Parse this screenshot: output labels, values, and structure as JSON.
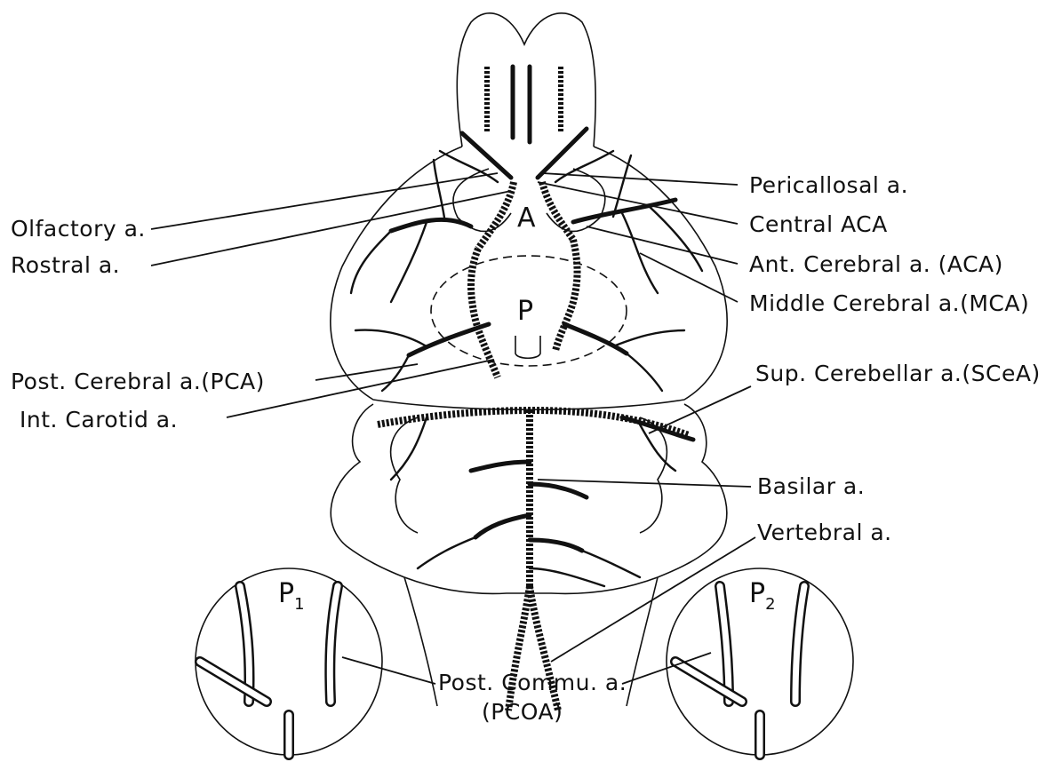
{
  "labels": {
    "pericallosal": "Pericallosal a.",
    "central_aca": "Central ACA",
    "olfactory": "Olfactory a.",
    "rostral": "Rostral a.",
    "ant_cerebral": "Ant. Cerebral a. (ACA)",
    "middle_cerebral": "Middle Cerebral a.(MCA)",
    "post_cerebral": "Post. Cerebral a.(PCA)",
    "int_carotid": "Int. Carotid a.",
    "sup_cerebellar": "Sup. Cerebellar a.(SCeA)",
    "basilar": "Basilar a.",
    "vertebral": "Vertebral a.",
    "post_commu": "Post. Commu. a.",
    "post_commu_abbr": "(PCOA)"
  },
  "regions": {
    "a": "A",
    "p": "P",
    "p1": "P",
    "p1_sub": "1",
    "p2": "P",
    "p2_sub": "2"
  }
}
